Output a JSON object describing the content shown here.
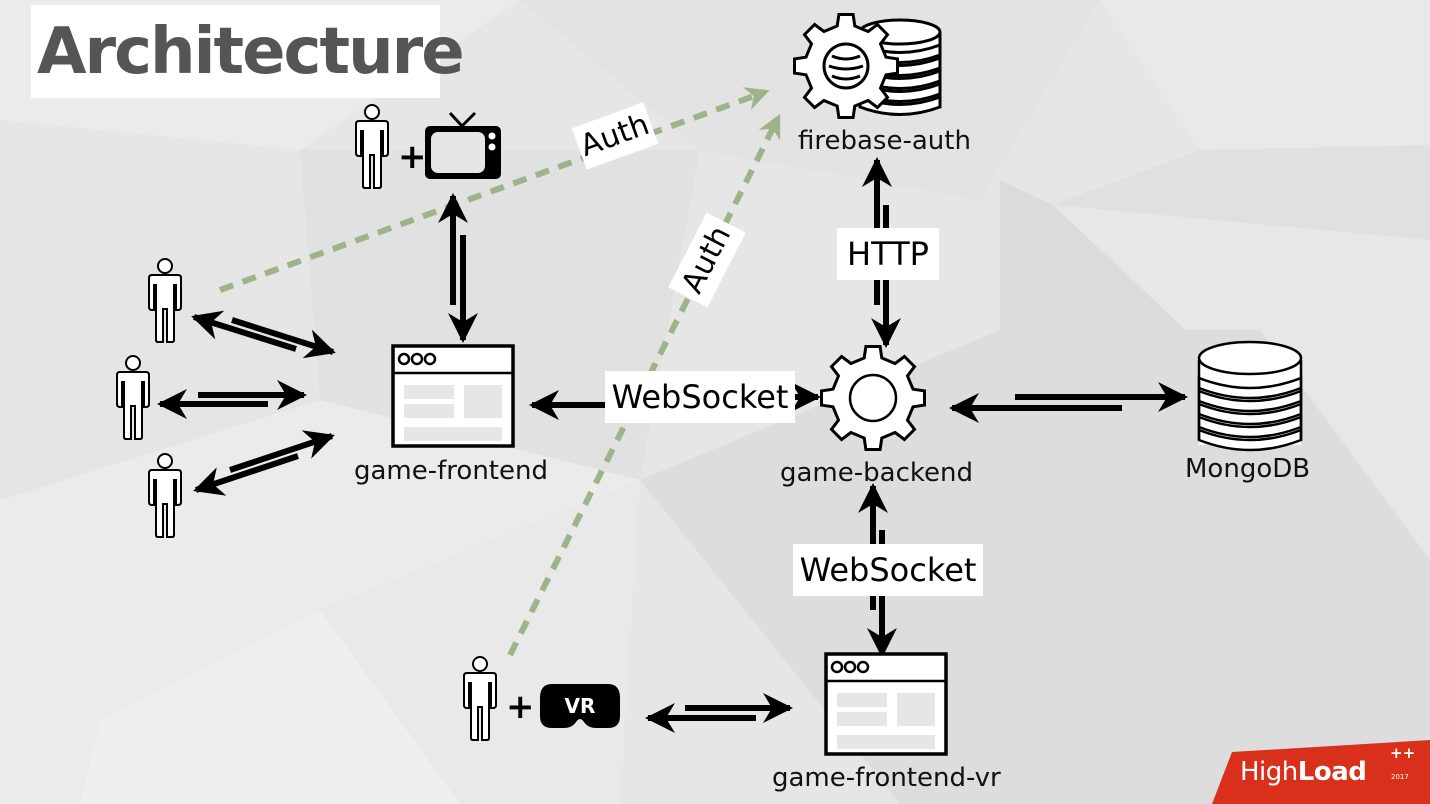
{
  "slide": {
    "title": "Architecture"
  },
  "nodes": {
    "firebase_auth": {
      "label": "firebase-auth",
      "icon": "gear-database-icon"
    },
    "game_frontend": {
      "label": "game-frontend",
      "icon": "browser-window-icon"
    },
    "game_backend": {
      "label": "game-backend",
      "icon": "gear-icon"
    },
    "mongodb": {
      "label": "MongoDB",
      "icon": "database-icon"
    },
    "game_frontend_vr": {
      "label": "game-frontend-vr",
      "icon": "browser-window-icon"
    },
    "tv_user": {
      "plus": "+",
      "icon": "tv-icon"
    },
    "vr_user": {
      "plus": "+",
      "icon": "vr-headset-icon",
      "badge": "VR"
    },
    "users": [
      {
        "icon": "person-icon"
      },
      {
        "icon": "person-icon"
      },
      {
        "icon": "person-icon"
      }
    ]
  },
  "connections": {
    "auth_from_users": {
      "label": "Auth",
      "style": "dashed",
      "color": "#9db38a"
    },
    "auth_from_vr": {
      "label": "Auth",
      "style": "dashed",
      "color": "#9db38a"
    },
    "backend_firebase": {
      "label": "HTTP"
    },
    "frontend_backend": {
      "label": "WebSocket"
    },
    "backend_frontend_vr": {
      "label": "WebSocket"
    }
  },
  "branding": {
    "name_light": "High",
    "name_bold": "Load",
    "suffix": "++",
    "year": "2017",
    "color": "#d9301b"
  }
}
